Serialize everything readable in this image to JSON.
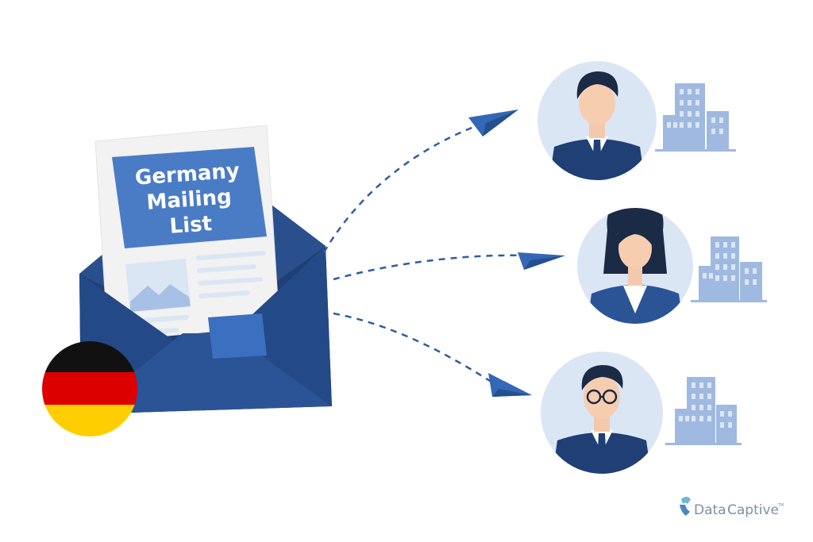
{
  "headline": {
    "line1": "Germany",
    "line2": "Mailing",
    "line3": "List"
  },
  "brand": {
    "name_part1": "Data",
    "name_part2": "Captive",
    "mark": "TM"
  },
  "colors": {
    "navy": "#234a86",
    "navy_dark": "#1f3f75",
    "blue_panel": "#4a7cc6",
    "paper": "#f3f3f3",
    "light_blue": "#dbe6f5",
    "building": "#9fb9e0",
    "flag_black": "#111111",
    "flag_red": "#dd0000",
    "flag_gold": "#ffce00",
    "arrow": "#2f5d9f",
    "brand_text": "#7d8fa3",
    "brand_accent": "#69b7d9"
  },
  "icons": [
    "envelope-icon",
    "newsletter-icon",
    "germany-flag-icon",
    "paper-plane-icon",
    "person-avatar-icon",
    "building-icon",
    "datacaptive-logo-icon"
  ]
}
